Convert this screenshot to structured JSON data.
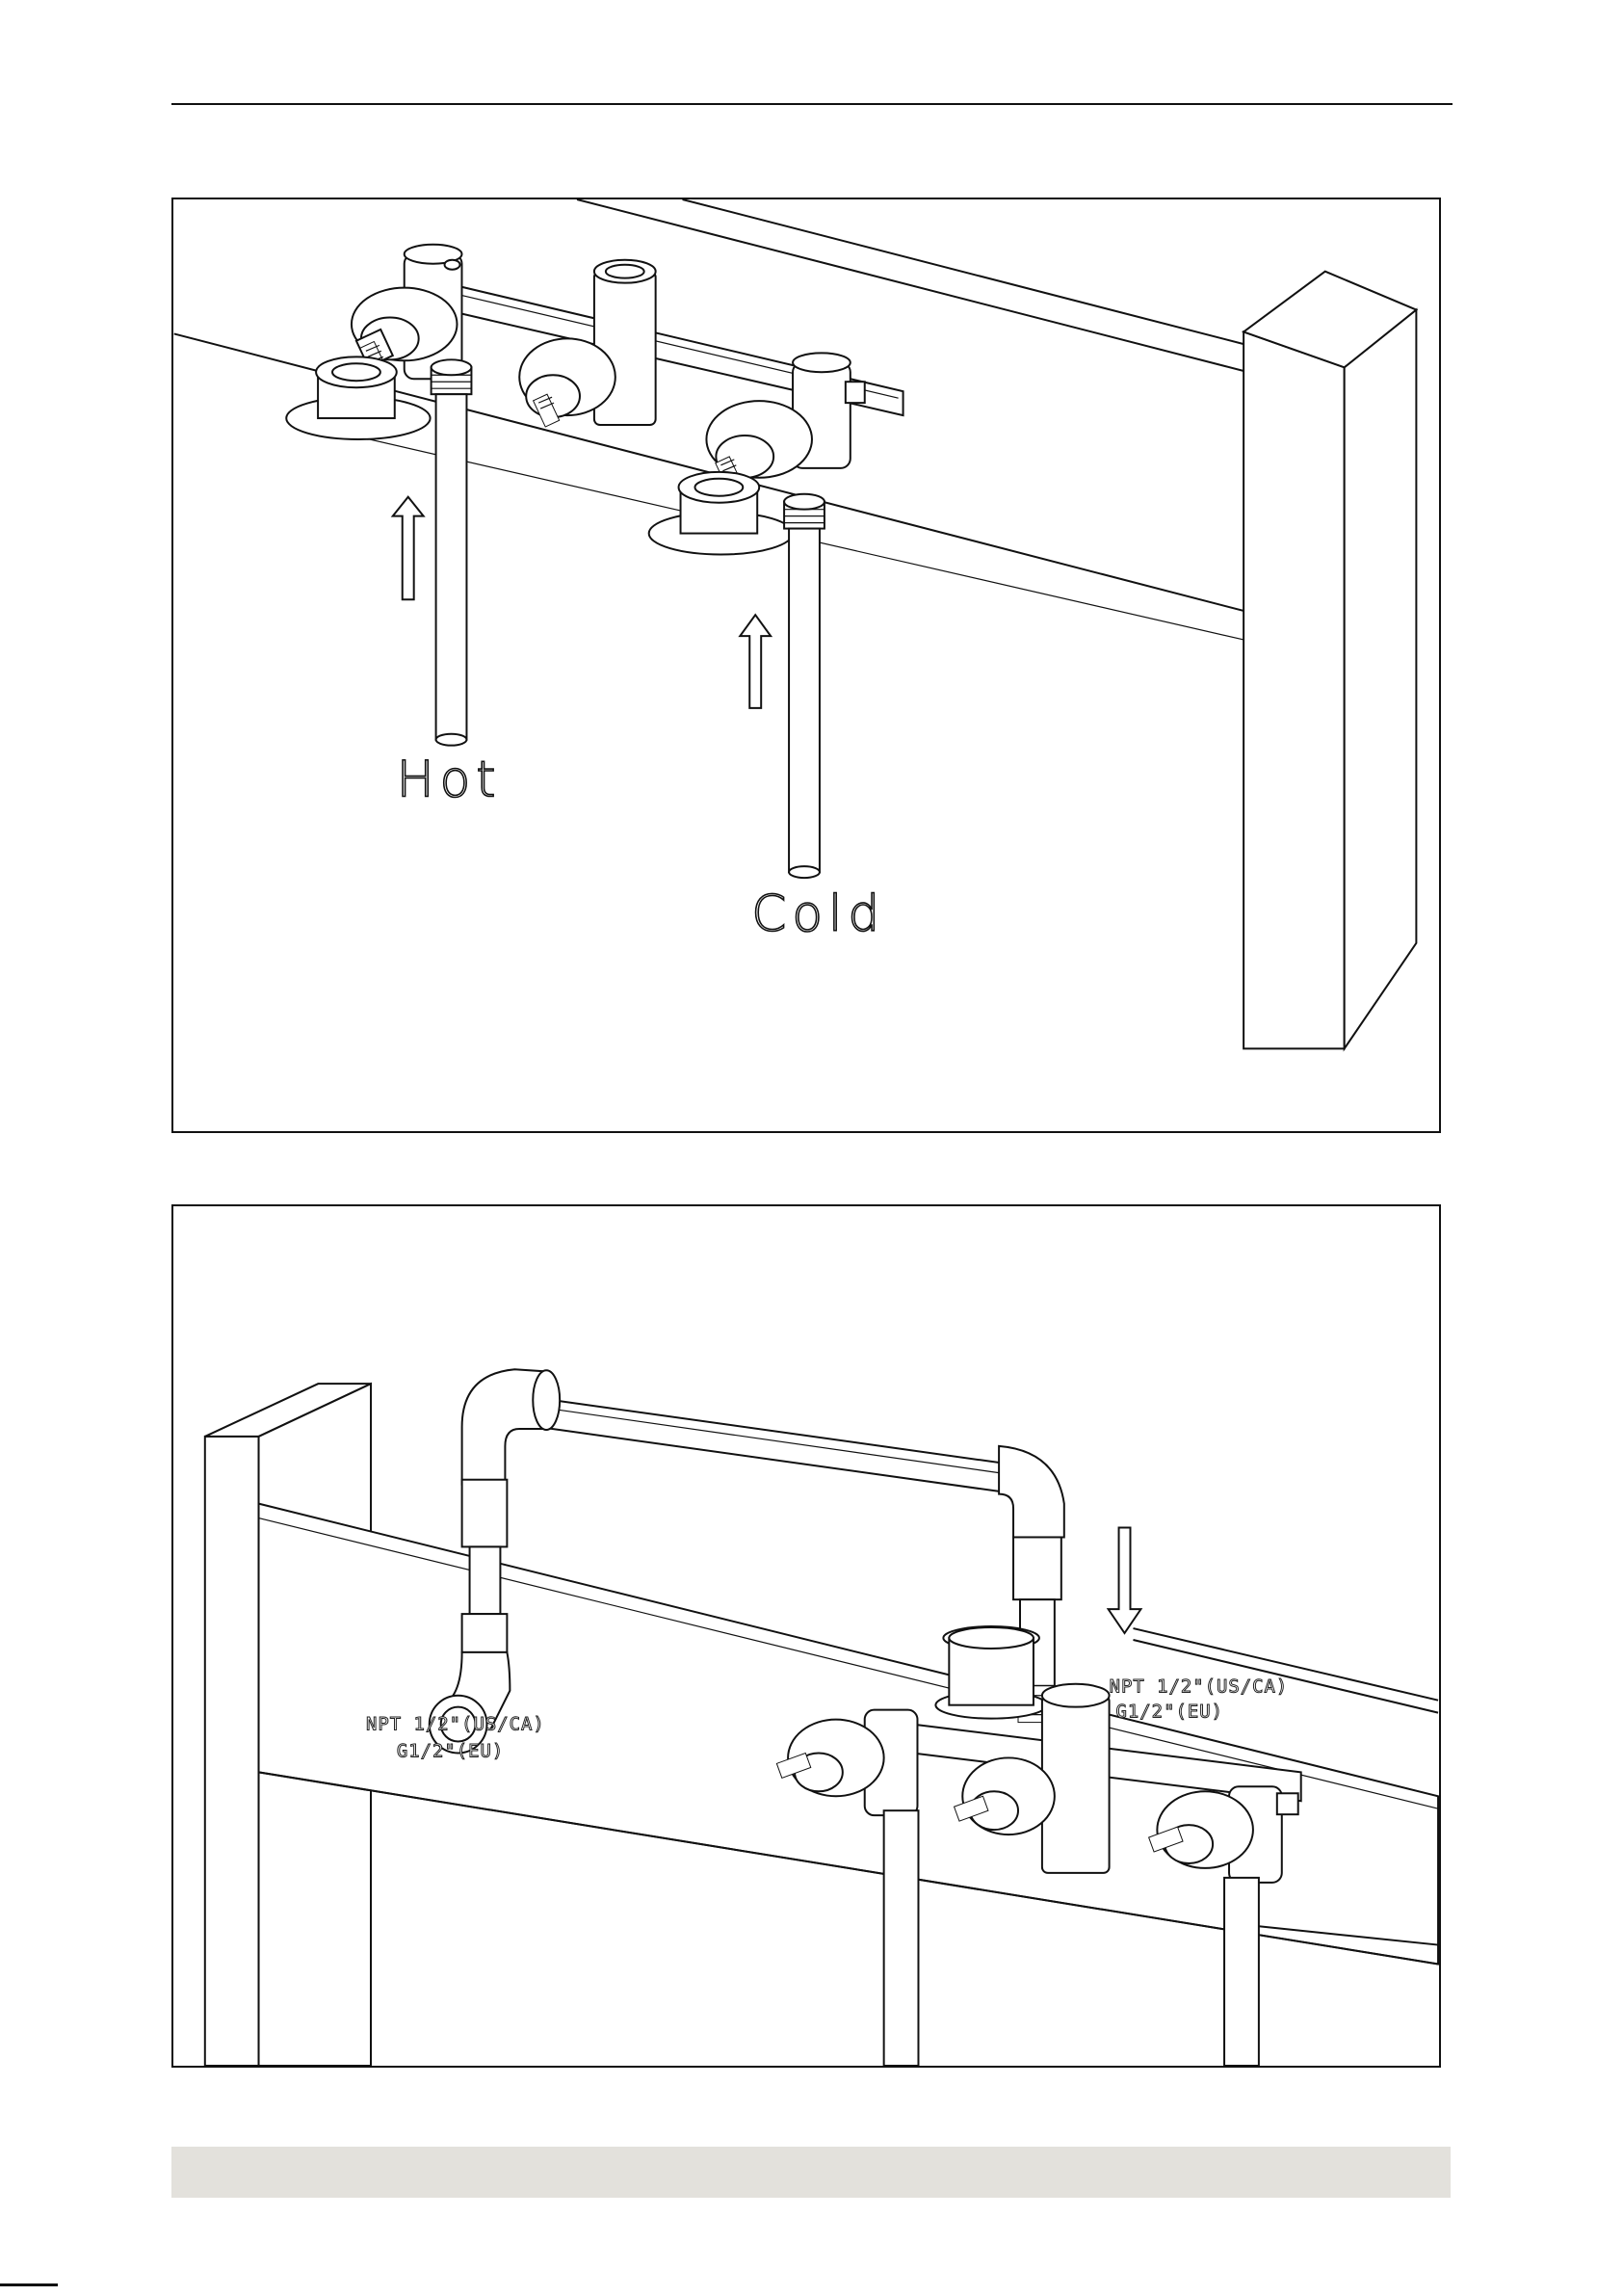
{
  "diagram": {
    "top_panel": {
      "label_hot": "Hot",
      "label_cold": "Cold"
    },
    "bottom_panel": {
      "spec_left_line1": "NPT 1/2\"(US/CA)",
      "spec_left_line2": "G1/2\"(EU)",
      "spec_right_line1": "NPT 1/2\"(US/CA)",
      "spec_right_line2": "G1/2\"(EU)"
    }
  }
}
